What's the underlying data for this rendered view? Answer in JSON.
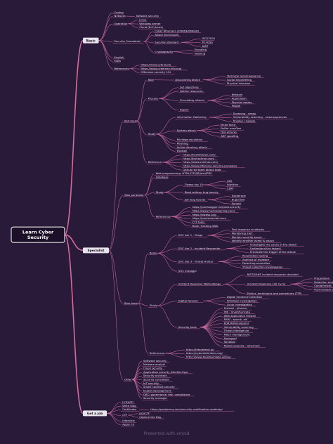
{
  "mindmap": {
    "root": "Learn Cyber Security",
    "branches": [
      {
        "label": "Basic",
        "children": [
          {
            "label": "Coding",
            "children": []
          },
          {
            "label": "Network",
            "children": [
              {
                "label": "Network security",
                "children": []
              }
            ]
          },
          {
            "label": "Operation",
            "children": [
              {
                "label": "Linux",
                "children": []
              },
              {
                "label": "Windows server",
                "children": []
              },
              {
                "label": "Cloud (Ec2,Azure)",
                "children": []
              }
            ]
          },
          {
            "label": "Security Foundation",
            "children": [
              {
                "label": "Cyber Attackers (STRIDE/DREAD)",
                "children": []
              },
              {
                "label": "Attack techniques",
                "children": []
              },
              {
                "label": "Security standard",
                "children": [
                  {
                    "label": "ISO27001",
                    "children": []
                  },
                  {
                    "label": "PCI-DSS",
                    "children": []
                  },
                  {
                    "label": "NIST",
                    "children": []
                  }
                ]
              },
              {
                "label": "Cryptography",
                "children": [
                  {
                    "label": "Encoding",
                    "children": []
                  },
                  {
                    "label": "Hashing",
                    "children": []
                  }
                ]
              }
            ]
          },
          {
            "label": "English",
            "children": []
          },
          {
            "label": "Math",
            "children": []
          },
          {
            "label": "References",
            "children": [
              {
                "label": "https://www.cybrary.it/",
                "children": []
              },
              {
                "label": "https://www.cybersecurity.org/",
                "children": []
              },
              {
                "label": "Offensive security 101",
                "children": []
              }
            ]
          }
        ]
      },
      {
        "label": "Specialist",
        "children": [
          {
            "label": "Red team",
            "children": [
              {
                "label": "Role",
                "children": [
                  {
                    "label": "Discovering attack",
                    "children": [
                      {
                        "label": "Technical reconnaissance",
                        "children": []
                      },
                      {
                        "label": "Social Engineering",
                        "children": []
                      },
                      {
                        "label": "Physical intrusion",
                        "children": []
                      }
                    ]
                  }
                ]
              },
              {
                "label": "Process",
                "children": [
                  {
                    "label": "Set objectives",
                    "children": []
                  },
                  {
                    "label": "Gather resources",
                    "children": []
                  },
                  {
                    "label": "Simulating attacks",
                    "children": [
                      {
                        "label": "Network",
                        "children": []
                      },
                      {
                        "label": "Application",
                        "children": []
                      },
                      {
                        "label": "Physical assets",
                        "children": []
                      },
                      {
                        "label": "People",
                        "children": []
                      }
                    ]
                  },
                  {
                    "label": "Report",
                    "children": []
                  }
                ]
              },
              {
                "label": "Study",
                "children": [
                  {
                    "label": "Information Gathering",
                    "children": [
                      {
                        "label": "Scanning - nmap",
                        "children": []
                      },
                      {
                        "label": "Vulnerability scanning - nessus/openvas",
                        "children": []
                      },
                      {
                        "label": "Shodan / Google",
                        "children": []
                      }
                    ]
                  },
                  {
                    "label": "System attack",
                    "children": [
                      {
                        "label": "Brute force",
                        "children": []
                      },
                      {
                        "label": "Buffer overflow",
                        "children": []
                      },
                      {
                        "label": "DoS attacks",
                        "children": []
                      },
                      {
                        "label": "ARP spoofing",
                        "children": []
                      }
                    ]
                  },
                  {
                    "label": "Privilege escalation",
                    "children": []
                  },
                  {
                    "label": "Phishing",
                    "children": []
                  },
                  {
                    "label": "Active directory attack",
                    "children": []
                  },
                  {
                    "label": "Evasion",
                    "children": []
                  }
                ]
              },
              {
                "label": "Reference",
                "children": [
                  {
                    "label": "https://hackthebox.com/",
                    "children": []
                  },
                  {
                    "label": "https://tryhackme.com/",
                    "children": []
                  },
                  {
                    "label": "https://www.vulnhub.com/",
                    "children": []
                  },
                  {
                    "label": "https://www.offensive-security.com/labs/",
                    "children": []
                  },
                  {
                    "label": "Github red team attack tools",
                    "children": []
                  }
                ]
              }
            ]
          },
          {
            "label": "Web pentester",
            "children": [
              {
                "label": "Web programming: HTML/CSS/JS/Java/PHP",
                "children": []
              },
              {
                "label": "Database",
                "children": []
              },
              {
                "label": "Study",
                "children": [
                  {
                    "label": "Owasp top 10",
                    "children": [
                      {
                        "label": "XSS",
                        "children": []
                      },
                      {
                        "label": "Injection",
                        "children": []
                      },
                      {
                        "label": "CSRF",
                        "children": []
                      }
                    ]
                  },
                  {
                    "label": "Read writeup bug bounty",
                    "children": []
                  },
                  {
                    "label": "Join bug bounty",
                    "children": [
                      {
                        "label": "Hackerone",
                        "children": []
                      },
                      {
                        "label": "Bugcrowd",
                        "children": []
                      },
                      {
                        "label": "Synack",
                        "children": []
                      }
                    ]
                  }
                ]
              },
              {
                "label": "References",
                "children": [
                  {
                    "label": "https://portswigger.net/web-security",
                    "children": []
                  },
                  {
                    "label": "https://www.hacksplaining.com/",
                    "children": []
                  },
                  {
                    "label": "https://owasp.org/",
                    "children": []
                  },
                  {
                    "label": "https://pentesterlab.com/",
                    "children": []
                  },
                  {
                    "label": "CTF tools",
                    "children": []
                  },
                  {
                    "label": "Book: Hacking Web",
                    "children": []
                  }
                ]
              }
            ]
          },
          {
            "label": "Blue team",
            "children": [
              {
                "label": "Roles",
                "children": [
                  {
                    "label": "SOC tier 1 - Triage",
                    "children": [
                      {
                        "label": "First response to attacks",
                        "children": []
                      },
                      {
                        "label": "Monitoring 24/7",
                        "children": []
                      },
                      {
                        "label": "Monitor security event",
                        "children": []
                      },
                      {
                        "label": "Identify whether event is attack",
                        "children": []
                      }
                    ]
                  },
                  {
                    "label": "SOC tier 2 - Incident Responder",
                    "children": [
                      {
                        "label": "Investigate the cause of the attack",
                        "children": []
                      },
                      {
                        "label": "Understand the impact",
                        "children": []
                      },
                      {
                        "label": "Eradicate the trigger of the attack",
                        "children": []
                      }
                    ]
                  },
                  {
                    "label": "SOC tier 3 - Threat Hunter",
                    "children": [
                      {
                        "label": "Penetration testing",
                        "children": []
                      },
                      {
                        "label": "Analysis of malware",
                        "children": []
                      },
                      {
                        "label": "Detecting anomalies",
                        "children": []
                      },
                      {
                        "label": "Threat collection investigation",
                        "children": []
                      }
                    ]
                  },
                  {
                    "label": "SOC manager",
                    "children": []
                  }
                ]
              },
              {
                "label": "Study",
                "children": [
                  {
                    "label": "Incident Response Methodology",
                    "children": [
                      {
                        "label": "NIST/SANS incident response standard",
                        "children": []
                      },
                      {
                        "label": "Incident Response Life Cycle",
                        "children": [
                          {
                            "label": "Preparation",
                            "children": []
                          },
                          {
                            "label": "Detection and Analysis",
                            "children": []
                          },
                          {
                            "label": "Containment, Eradication and Recovery",
                            "children": []
                          },
                          {
                            "label": "Post-incident activity",
                            "children": []
                          }
                        ]
                      },
                      {
                        "label": "Tactics, techniques and procedures (TTP)",
                        "children": []
                      }
                    ]
                  },
                  {
                    "label": "Digital forensic",
                    "children": [
                      {
                        "label": "Digital Evidence collection",
                        "children": []
                      },
                      {
                        "label": "Windows investigation",
                        "children": []
                      },
                      {
                        "label": "Linux investigation",
                        "children": []
                      }
                    ]
                  },
                  {
                    "label": "Security tools",
                    "children": [
                      {
                        "label": "Firewall - pfsense",
                        "children": []
                      },
                      {
                        "label": "IDS - Snort/Suricata",
                        "children": []
                      },
                      {
                        "label": "Web application firewall",
                        "children": []
                      },
                      {
                        "label": "SIEM - splunk, elk",
                        "children": []
                      },
                      {
                        "label": "EDR/XDR/endpoint",
                        "children": []
                      },
                      {
                        "label": "Vulnerability scanning",
                        "children": []
                      },
                      {
                        "label": "Threat intelligence",
                        "children": []
                      },
                      {
                        "label": "Patch management",
                        "children": []
                      },
                      {
                        "label": "Honeypot",
                        "children": []
                      },
                      {
                        "label": "Sandbox",
                        "children": []
                      },
                      {
                        "label": "Packet analysis - wireshark",
                        "children": []
                      }
                    ]
                  }
                ]
              },
              {
                "label": "References",
                "children": [
                  {
                    "label": "https://letsdefend.io/",
                    "children": []
                  },
                  {
                    "label": "https://cyberdefenders.org/",
                    "children": []
                  },
                  {
                    "label": "https://www.blueteamlabs.online/",
                    "children": []
                  }
                ]
              }
            ]
          },
          {
            "label": "Other",
            "children": [
              {
                "label": "Software security",
                "children": []
              },
              {
                "label": "Malware analyst",
                "children": []
              },
              {
                "label": "Cloud security",
                "children": []
              },
              {
                "label": "Application security (DevSecOps)",
                "children": []
              },
              {
                "label": "Security architect",
                "children": []
              },
              {
                "label": "Security consultant",
                "children": []
              },
              {
                "label": "IoT security",
                "children": []
              },
              {
                "label": "Smart contract security",
                "children": []
              },
              {
                "label": "Exploit development",
                "children": []
              },
              {
                "label": "GRC: governance, risk, compliance",
                "children": []
              },
              {
                "label": "Security manager",
                "children": []
              }
            ]
          }
        ]
      },
      {
        "label": "Get a job",
        "children": [
          {
            "label": "Linkedin",
            "children": []
          },
          {
            "label": "Write blog",
            "children": []
          },
          {
            "label": "Certificate",
            "children": [
              {
                "label": "https://pauljerimy.com/security-certification-roadmap/",
                "children": []
              }
            ]
          },
          {
            "label": "CTF",
            "children": [
              {
                "label": "picoCTF",
                "children": []
              },
              {
                "label": "Capture the flag",
                "children": []
              }
            ]
          },
          {
            "label": "Interview",
            "children": []
          },
          {
            "label": "Apply CV",
            "children": []
          }
        ]
      }
    ]
  },
  "footer": "Presented with xmind"
}
